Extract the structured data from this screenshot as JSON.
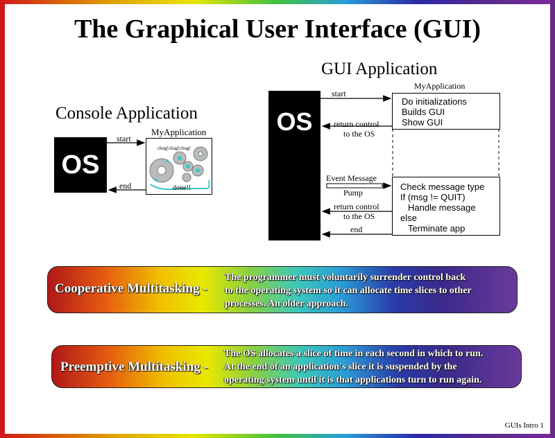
{
  "title": "The Graphical User Interface (GUI)",
  "console": {
    "heading": "Console Application",
    "os_label": "OS",
    "app_label": "MyApplication",
    "start_label": "start",
    "end_label": "end",
    "chug_text": "chug!chug!chug!",
    "done_text": "done!!"
  },
  "gui": {
    "heading": "GUI Application",
    "os_label": "OS",
    "app_label": "MyApplication",
    "start_label": "start",
    "return_label_1": "return control",
    "return_label_2": "to the OS",
    "init_lines": [
      "Do initializations",
      "Builds GUI",
      "Show GUI"
    ],
    "event_label": "Event Message",
    "pump_label": "Pump",
    "loop_lines": [
      "Check message type",
      "If (msg != QUIT)",
      "Handle message",
      "else",
      "Terminate app"
    ],
    "return2_label_1": "return control",
    "return2_label_2": "to the OS",
    "end_label": "end"
  },
  "cooperative": {
    "lead": "Cooperative Multitasking -",
    "body_lines": [
      "The programmer must voluntarily surrender control back",
      "to the operating system so it can allocate time slices to other",
      "processes.  An older approach."
    ]
  },
  "preemptive": {
    "lead": "Preemptive Multitasking -",
    "body_lines": [
      "The OS allocates a slice of time in each second in which to run.",
      "At the end of an application's slice it is suspended by the",
      "operating system until it is that applications turn to run again."
    ]
  },
  "footer": "GUIs Intro 1"
}
